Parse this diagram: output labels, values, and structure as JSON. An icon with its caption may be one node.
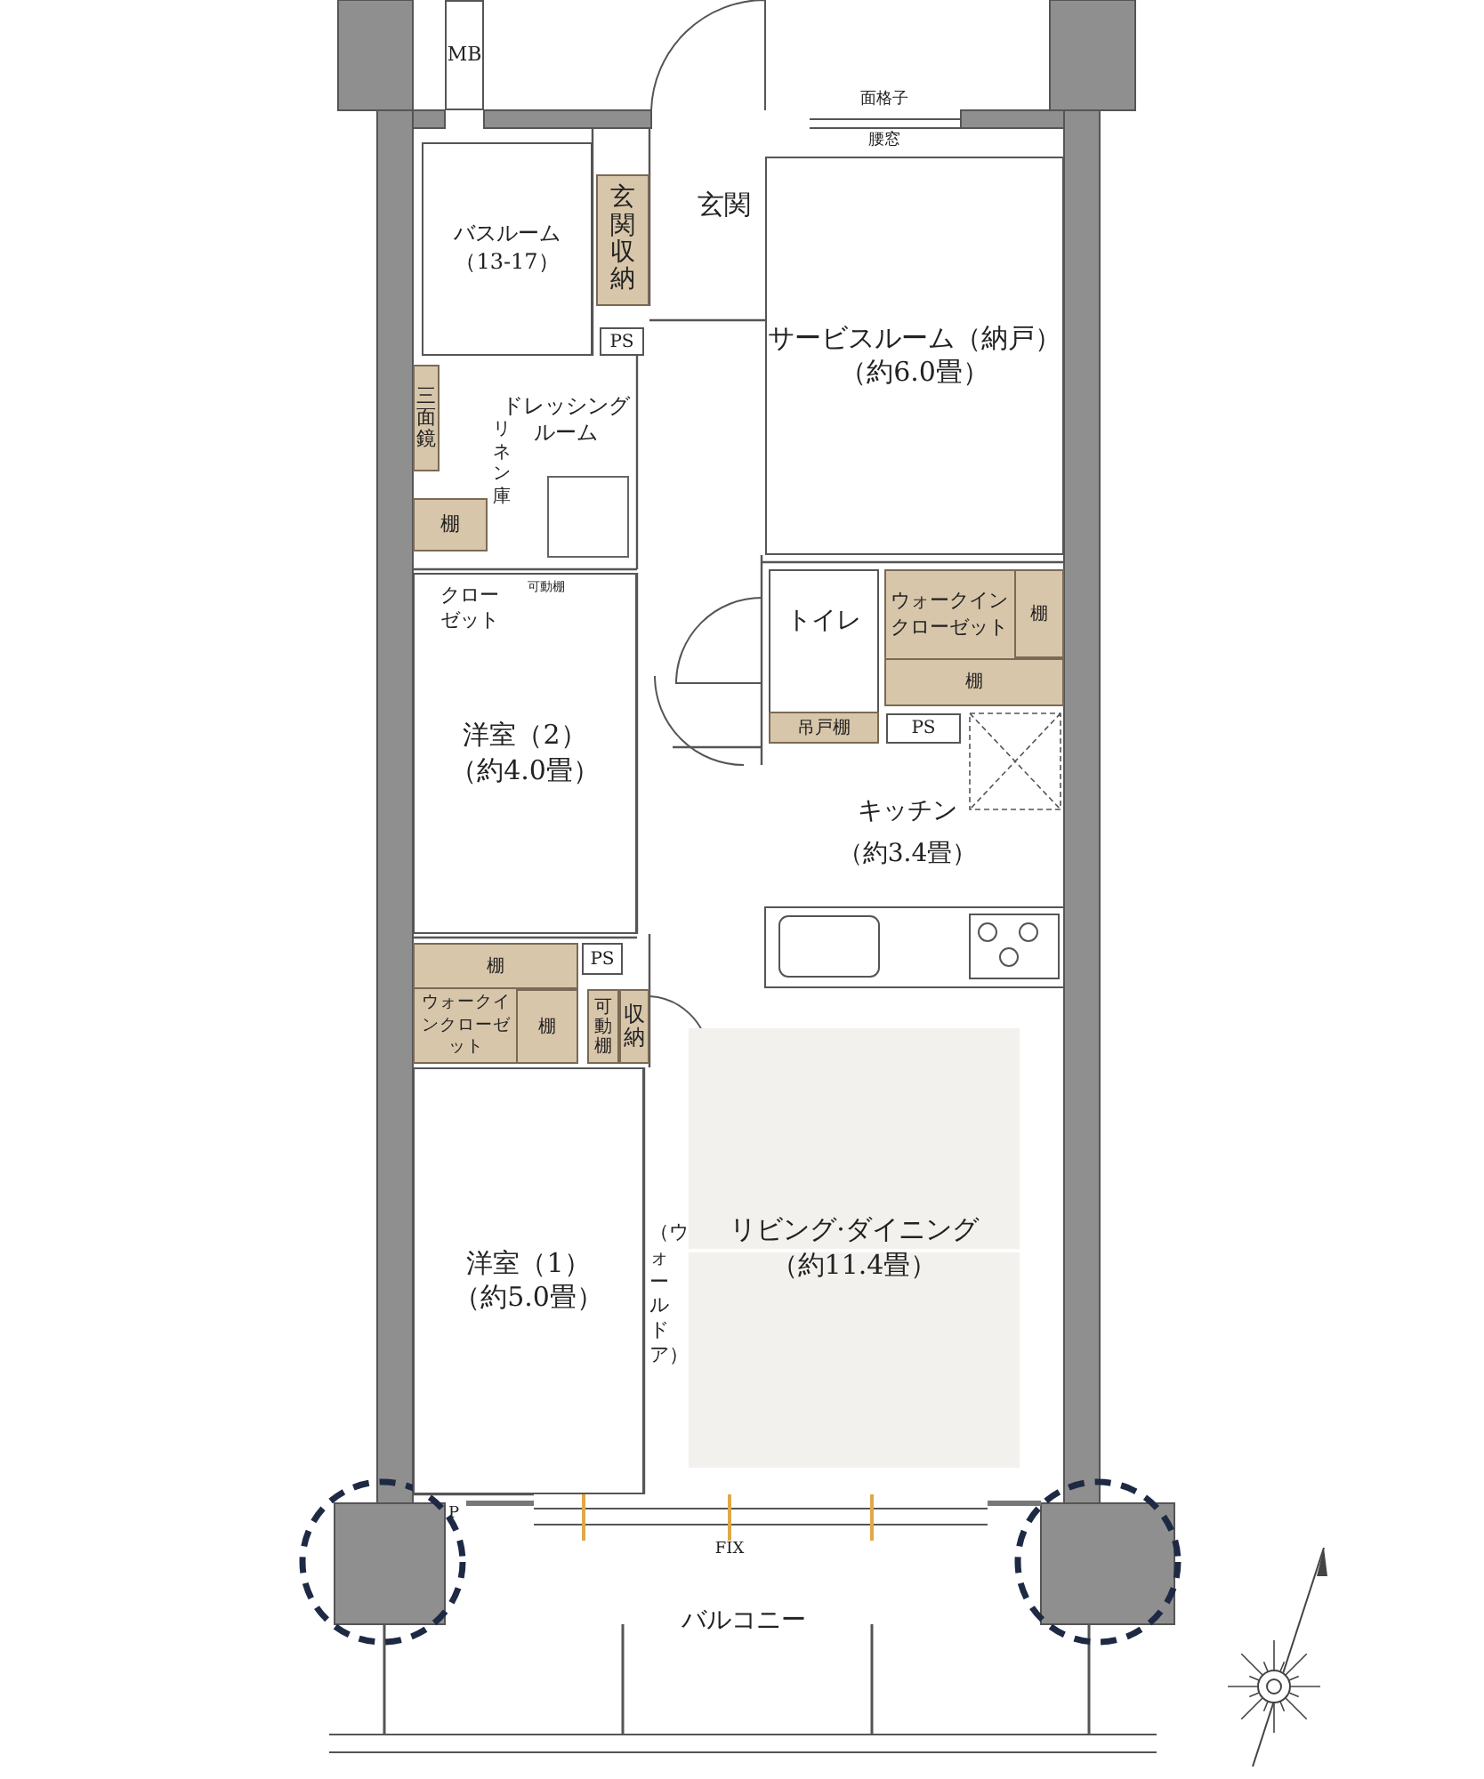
{
  "diagram": {
    "nodes": [
      {
        "text": [
          "MB"
        ]
      },
      {
        "text": [
          "バスルーム（13-17）"
        ]
      },
      {
        "text": [
          "玄関収納"
        ]
      },
      {
        "text": [
          "PS"
        ]
      },
      {
        "text": [
          "サービスルーム（納戸）",
          "（約6.0畳）"
        ]
      },
      {
        "text": [
          "三面鏡"
        ]
      },
      {
        "text": [
          "棚"
        ]
      },
      {
        "text": [
          "トイレ"
        ]
      },
      {
        "text": [
          "吊戸棚"
        ],
        "in": 7
      },
      {
        "text": [
          "ウォークインクローゼット"
        ]
      },
      {
        "text": [
          "棚"
        ],
        "in": 9
      },
      {
        "text": [
          "棚"
        ],
        "in": 9
      },
      {
        "text": [
          "PS"
        ]
      },
      {
        "text": [
          "洋室（2）",
          "（約4.0畳）"
        ]
      },
      {
        "text": [
          "ウォークインクローゼット"
        ]
      },
      {
        "text": [
          "棚"
        ],
        "in": 14
      },
      {
        "text": [
          "棚"
        ],
        "in": 14
      },
      {
        "text": [
          "PS"
        ]
      },
      {
        "text": [
          "可動棚"
        ]
      },
      {
        "text": [
          "収納"
        ]
      },
      {
        "text": [
          "洋室（1）",
          "（約5.0畳）"
        ],
        "beside": [
          "P"
        ]
      },
      {
        "text": [
          "リビング·ダイニング",
          "（約11.4畳）"
        ]
      }
    ],
    "labels": [
      "面格子",
      "腰窓",
      "玄関",
      "ドレッシングルーム",
      "リネン庫",
      "クローゼット",
      "可動棚",
      "キッチン",
      "（約3.4畳）",
      "（ウォールドア）",
      "FIX",
      "バルコニー"
    ]
  }
}
